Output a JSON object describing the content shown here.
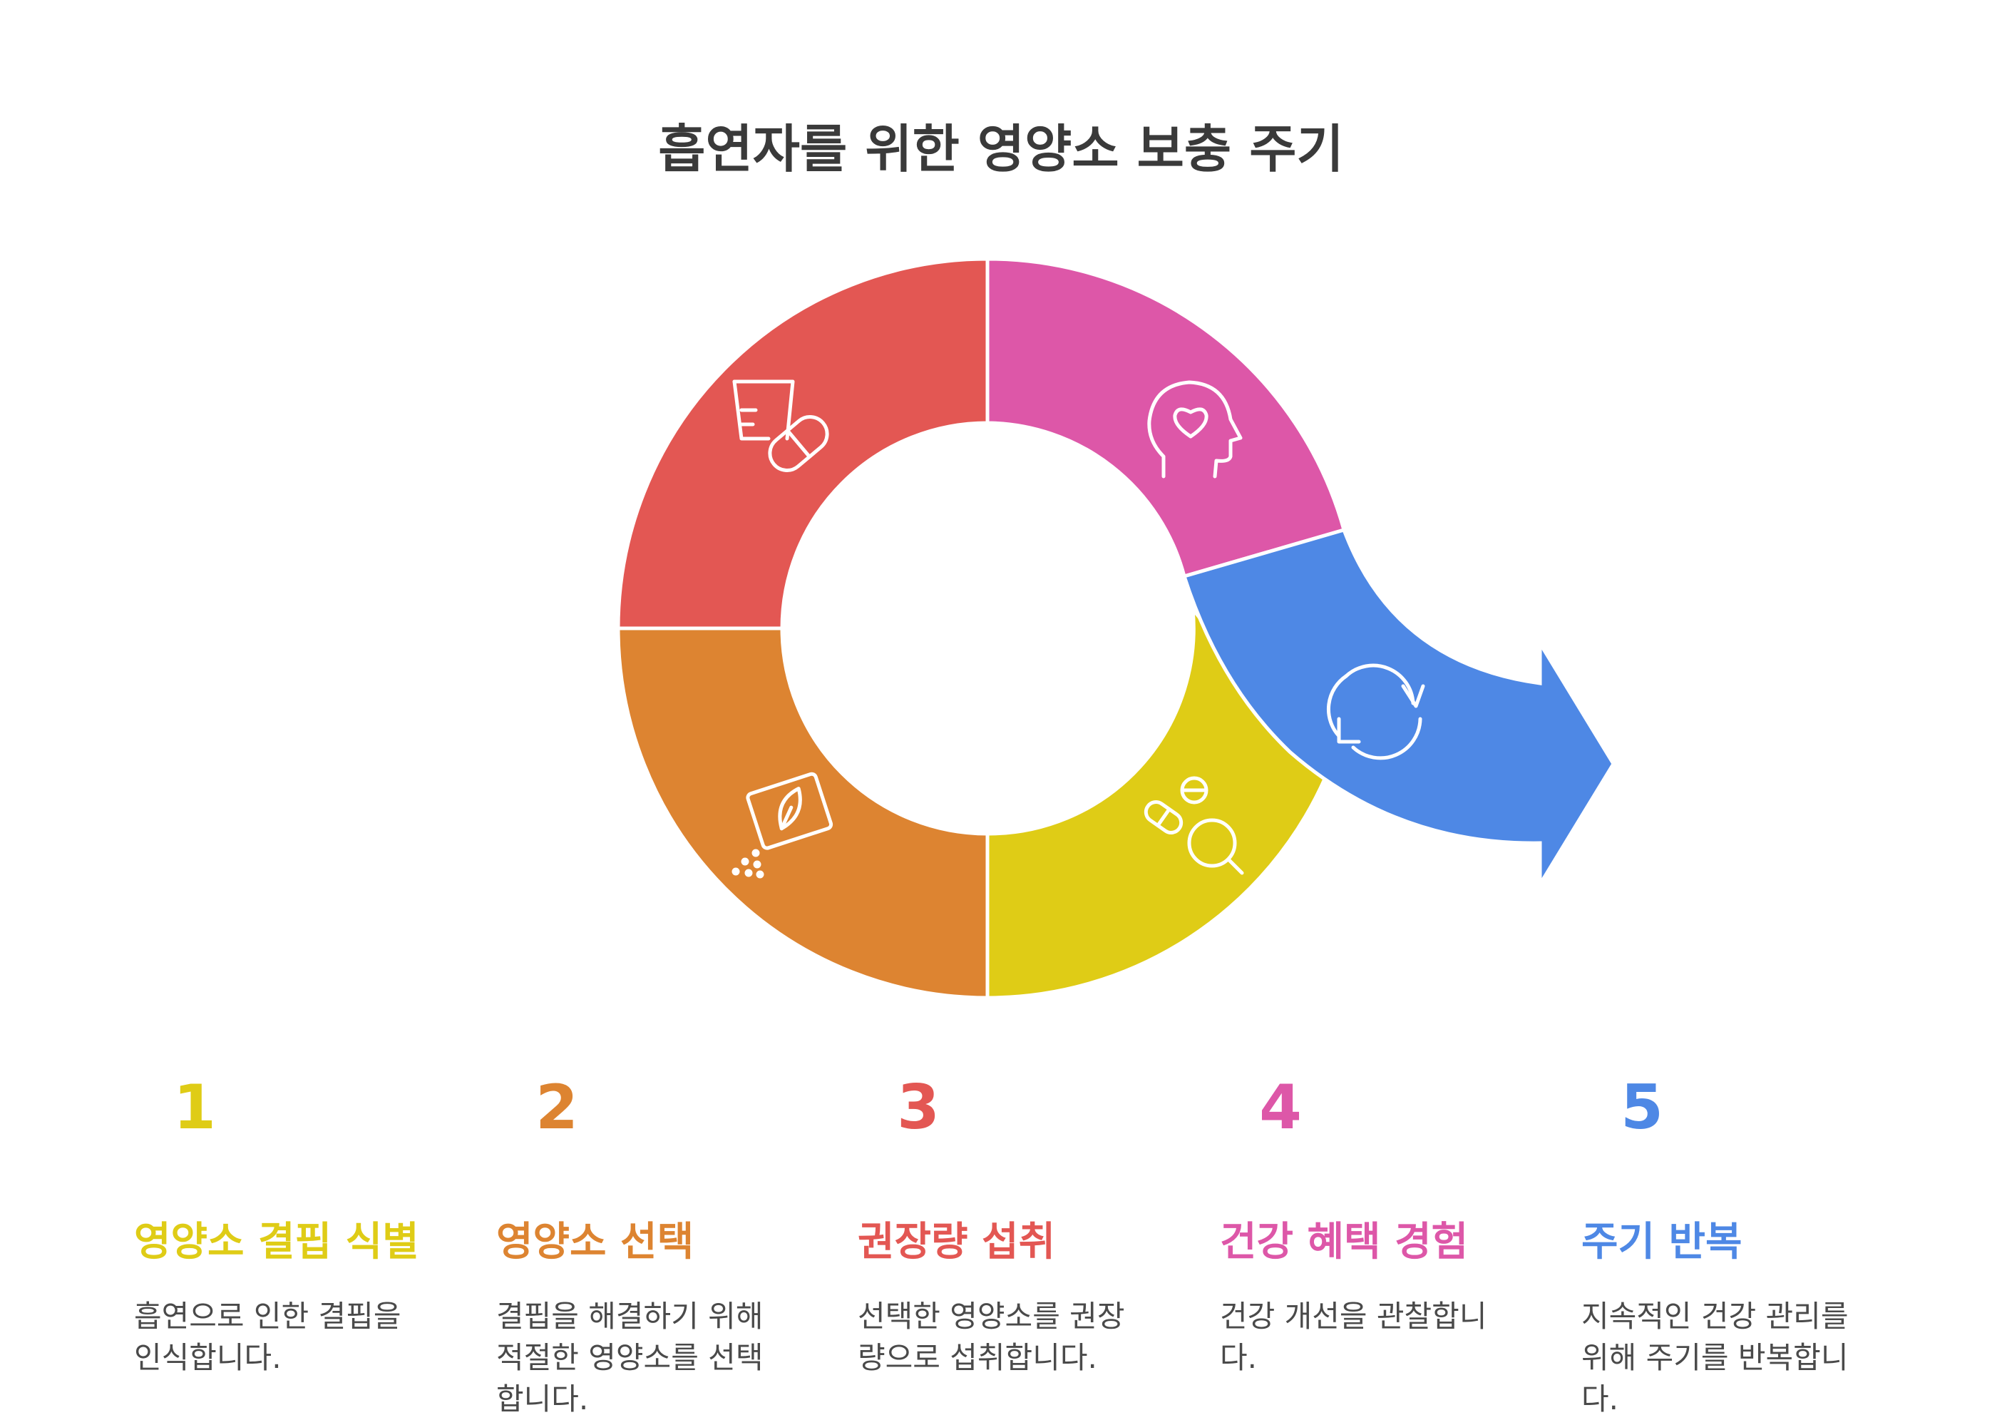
{
  "title": "흡연자를 위한 영양소 보충 주기",
  "colors": {
    "yellow": "#DFCC16",
    "orange": "#DD8431",
    "red": "#E35753",
    "pink": "#DD57A8",
    "blue": "#4E88E5"
  },
  "steps": [
    {
      "number": "1",
      "title": "영양소 결핍 식별",
      "description": "흡연으로 인한 결핍을 인식합니다.",
      "color": "#DFCC16",
      "icon": "cup-and-pill-icon"
    },
    {
      "number": "2",
      "title": "영양소 선택",
      "description": "결핍을 해결하기 위해 적절한 영양소를 선택합니다.",
      "color": "#DD8431",
      "icon": "seed-packet-icon"
    },
    {
      "number": "3",
      "title": "권장량 섭취",
      "description": "선택한 영양소를 권장량으로 섭취합니다.",
      "color": "#E35753",
      "icon": "pills-magnifier-icon"
    },
    {
      "number": "4",
      "title": "건강 혜택 경험",
      "description": "건강 개선을 관찰합니다.",
      "color": "#DD57A8",
      "icon": "head-heart-icon"
    },
    {
      "number": "5",
      "title": "주기 반복",
      "description": "지속적인 건강 관리를 위해 주기를 반복합니다.",
      "color": "#4E88E5",
      "icon": "refresh-cycle-icon"
    }
  ]
}
